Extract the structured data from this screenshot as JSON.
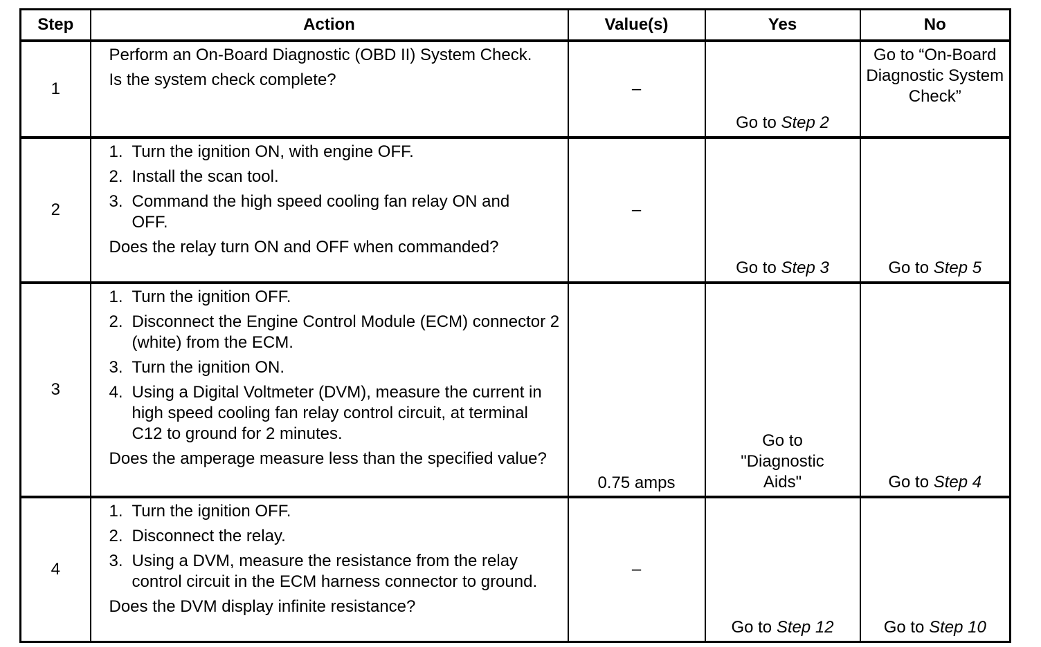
{
  "headers": {
    "step": "Step",
    "action": "Action",
    "values": "Value(s)",
    "yes": "Yes",
    "no": "No"
  },
  "rows": [
    {
      "step": "1",
      "intro": "Perform an On-Board Diagnostic (OBD II) System Check.",
      "items": [],
      "question": "Is the system check complete?",
      "value": "–",
      "yes_prefix": "Go to ",
      "yes_step": "Step 2",
      "no_text": "Go to “On-Board Diagnostic System Check”",
      "no_prefix": "",
      "no_step": ""
    },
    {
      "step": "2",
      "items": [
        {
          "num": "1.",
          "text": "Turn the ignition ON, with engine OFF."
        },
        {
          "num": "2.",
          "text": "Install the scan tool."
        },
        {
          "num": "3.",
          "text": "Command the high speed cooling fan relay ON and OFF."
        }
      ],
      "question": "Does the relay turn ON and OFF when commanded?",
      "value": "–",
      "yes_prefix": "Go to ",
      "yes_step": "Step 3",
      "no_prefix": "Go to ",
      "no_step": "Step 5"
    },
    {
      "step": "3",
      "items": [
        {
          "num": "1.",
          "text": "Turn the ignition OFF."
        },
        {
          "num": "2.",
          "text": "Disconnect the Engine Control Module (ECM) connector 2 (white) from the ECM."
        },
        {
          "num": "3.",
          "text": "Turn the ignition ON."
        },
        {
          "num": "4.",
          "text": "Using a Digital Voltmeter (DVM), measure the current in high speed cooling fan relay control circuit, at terminal C12 to ground for 2 minutes."
        }
      ],
      "question": "Does the amperage measure less than the specified value?",
      "value": "0.75 amps",
      "yes_text": "Go to \"Diagnostic Aids\"",
      "no_prefix": "Go to ",
      "no_step": "Step 4"
    },
    {
      "step": "4",
      "items": [
        {
          "num": "1.",
          "text": "Turn the ignition OFF."
        },
        {
          "num": "2.",
          "text": "Disconnect the relay."
        },
        {
          "num": "3.",
          "text": "Using a DVM, measure the resistance from the relay control circuit in the ECM harness connector to ground."
        }
      ],
      "question": "Does the DVM display infinite resistance?",
      "value": "–",
      "yes_prefix": "Go to ",
      "yes_step": "Step 12",
      "no_prefix": "Go to ",
      "no_step": "Step 10"
    }
  ]
}
